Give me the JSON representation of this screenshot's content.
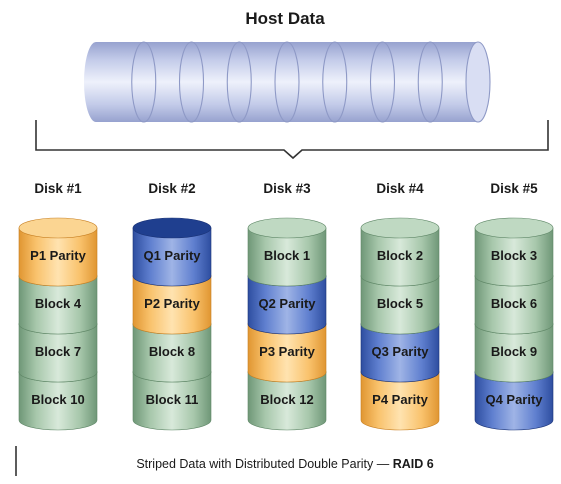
{
  "title": "Host Data",
  "host_segments": 8,
  "disks": [
    {
      "label": "Disk #1",
      "blocks": [
        {
          "text": "P1 Parity",
          "kind": "p"
        },
        {
          "text": "Block 4",
          "kind": "d"
        },
        {
          "text": "Block 7",
          "kind": "d"
        },
        {
          "text": "Block 10",
          "kind": "d"
        }
      ]
    },
    {
      "label": "Disk #2",
      "blocks": [
        {
          "text": "Q1 Parity",
          "kind": "q"
        },
        {
          "text": "P2 Parity",
          "kind": "p"
        },
        {
          "text": "Block 8",
          "kind": "d"
        },
        {
          "text": "Block 11",
          "kind": "d"
        }
      ]
    },
    {
      "label": "Disk #3",
      "blocks": [
        {
          "text": "Block 1",
          "kind": "d"
        },
        {
          "text": "Q2 Parity",
          "kind": "q"
        },
        {
          "text": "P3 Parity",
          "kind": "p"
        },
        {
          "text": "Block 12",
          "kind": "d"
        }
      ]
    },
    {
      "label": "Disk #4",
      "blocks": [
        {
          "text": "Block 2",
          "kind": "d"
        },
        {
          "text": "Block 5",
          "kind": "d"
        },
        {
          "text": "Q3 Parity",
          "kind": "q"
        },
        {
          "text": "P4 Parity",
          "kind": "p"
        }
      ]
    },
    {
      "label": "Disk #5",
      "blocks": [
        {
          "text": "Block 3",
          "kind": "d"
        },
        {
          "text": "Block 6",
          "kind": "d"
        },
        {
          "text": "Block 9",
          "kind": "d"
        },
        {
          "text": "Q4 Parity",
          "kind": "q"
        }
      ]
    }
  ],
  "caption": {
    "text": "Striped Data with Distributed Double Parity — ",
    "bold": "RAID 6"
  },
  "colors": {
    "data": {
      "side_light": "#d8e9da",
      "side_mid": "#a7c7ab",
      "side_dark": "#6f9777",
      "top": "#bfd9c2",
      "rim": "#5f8767"
    },
    "p": {
      "side_light": "#ffe3b0",
      "side_mid": "#f9c26c",
      "side_dark": "#e09632",
      "top": "#fbd592",
      "rim": "#c77f22"
    },
    "q": {
      "side_light": "#9fb4e6",
      "side_mid": "#5f7fcf",
      "side_dark": "#2e4ea0",
      "top": "#1f3f8f",
      "rim": "#1b3478"
    },
    "host": {
      "side_light": "#eef1fb",
      "side_mid": "#c3cbe9",
      "side_dark": "#97a2cf",
      "top": "#d9def3",
      "rim": "#8e99c6"
    },
    "bracket": "#333333"
  }
}
